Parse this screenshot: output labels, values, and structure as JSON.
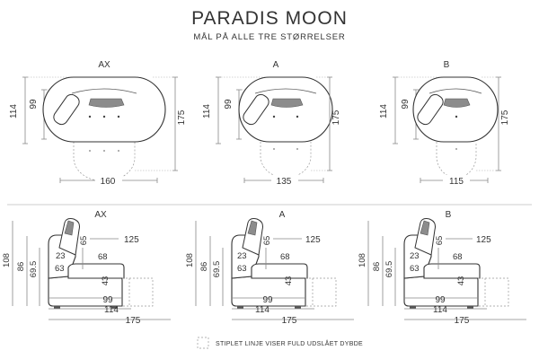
{
  "header": {
    "title": "PARADIS MOON",
    "subtitle": "MÅL PÅ ALLE TRE STØRRELSER"
  },
  "top_views": [
    {
      "label": "AX",
      "height_outer": "114",
      "height_inner": "99",
      "depth": "175",
      "width": "160"
    },
    {
      "label": "A",
      "height_outer": "114",
      "height_inner": "99",
      "depth": "175",
      "width": "135"
    },
    {
      "label": "B",
      "height_outer": "114",
      "height_inner": "99",
      "depth": "175",
      "width": "115"
    }
  ],
  "side_views": [
    {
      "label": "AX",
      "total_height": "108",
      "back_height": "86",
      "arm_height": "69.5",
      "seat_height": "43",
      "seat_depth_mark": "23",
      "cushion_mark": "68",
      "head_mark": "65",
      "top_width": "125",
      "depth_1": "99",
      "depth_2": "114",
      "depth_3": "175",
      "left_mark": "63"
    },
    {
      "label": "A",
      "total_height": "108",
      "back_height": "86",
      "arm_height": "69.5",
      "seat_height": "43",
      "seat_depth_mark": "23",
      "cushion_mark": "68",
      "head_mark": "65",
      "top_width": "125",
      "depth_1": "99",
      "depth_2": "114",
      "depth_3": "175",
      "left_mark": "63"
    },
    {
      "label": "B",
      "total_height": "108",
      "back_height": "86",
      "arm_height": "69.5",
      "seat_height": "43",
      "seat_depth_mark": "23",
      "cushion_mark": "68",
      "head_mark": "65",
      "top_width": "125",
      "depth_1": "99",
      "depth_2": "114",
      "depth_3": "175",
      "left_mark": "63"
    }
  ],
  "legend": {
    "text": "STIPLET LINJE VISER FULD UDSLÅET DYBDE"
  }
}
